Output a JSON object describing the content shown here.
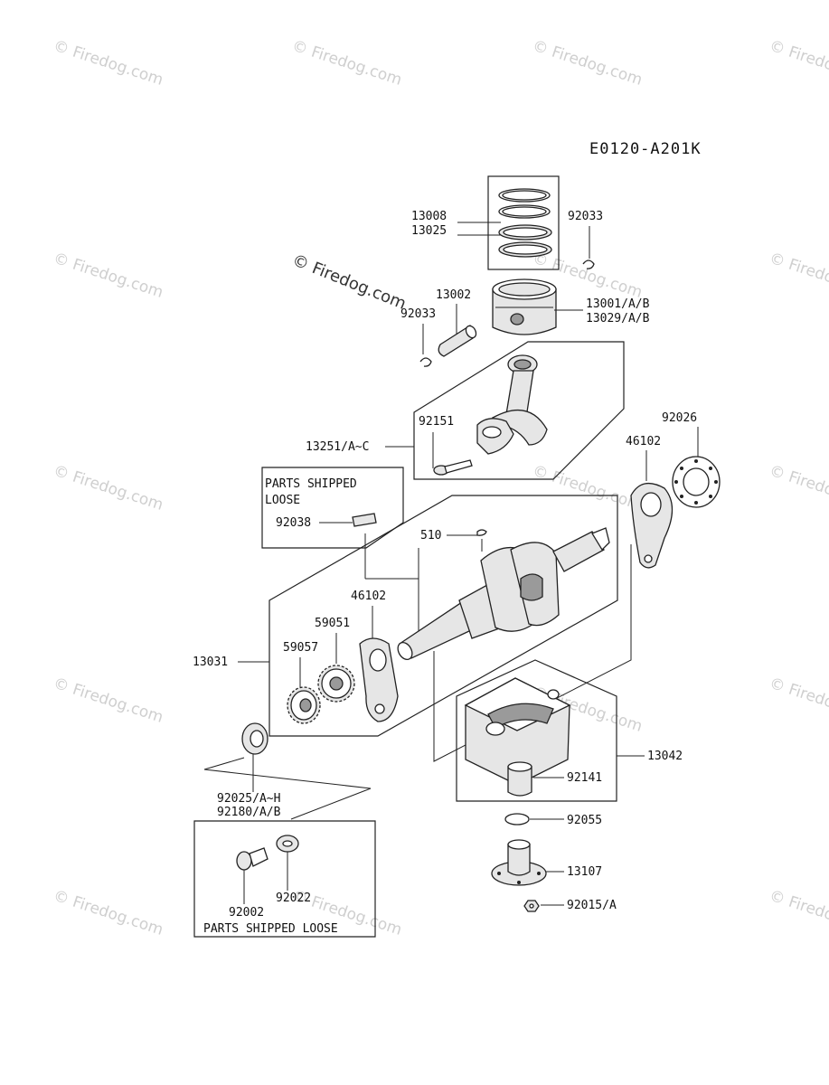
{
  "diagram": {
    "code": "E0120-A201K",
    "watermark": "© Firedog.com",
    "parts_shipped_loose_1": [
      "PARTS SHIPPED",
      "LOOSE"
    ],
    "parts_shipped_loose_2": "PARTS SHIPPED LOOSE",
    "labels": {
      "p13008": "13008",
      "p13025": "13025",
      "p92033a": "92033",
      "p92033b": "92033",
      "p13002": "13002",
      "p13001": "13001/A/B",
      "p13029": "13029/A/B",
      "p92151": "92151",
      "p13251": "13251/A~C",
      "p92038": "92038",
      "p510": "510",
      "p92026": "92026",
      "p46102a": "46102",
      "p46102b": "46102",
      "p59051": "59051",
      "p59057": "59057",
      "p13031": "13031",
      "p13042": "13042",
      "p92141": "92141",
      "p92055": "92055",
      "p13107": "13107",
      "p92015": "92015/A",
      "p92025": "92025/A~H",
      "p92180": "92180/A/B",
      "p92002": "92002",
      "p92022": "92022"
    }
  }
}
